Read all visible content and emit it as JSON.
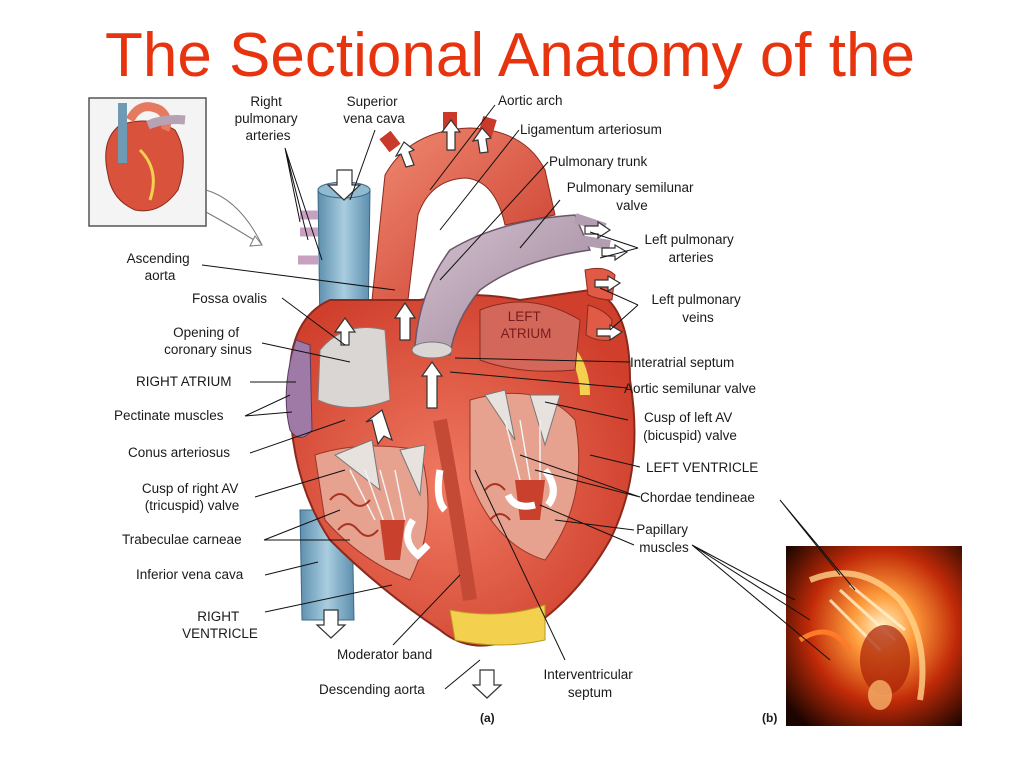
{
  "title": "The Sectional Anatomy of the",
  "panel_a_label": "(a)",
  "panel_b_label": "(b)",
  "labels": {
    "right_pulmonary_arteries": [
      "Right",
      "pulmonary",
      "arteries"
    ],
    "superior_vena_cava": [
      "Superior",
      "vena cava"
    ],
    "aortic_arch": "Aortic arch",
    "ligamentum_arteriosum": "Ligamentum arteriosum",
    "pulmonary_trunk": "Pulmonary trunk",
    "pulmonary_semilunar_valve": [
      "Pulmonary semilunar",
      "valve"
    ],
    "left_pulmonary_arteries": [
      "Left pulmonary",
      "arteries"
    ],
    "left_pulmonary_veins": [
      "Left pulmonary",
      "veins"
    ],
    "left_atrium": [
      "LEFT",
      "ATRIUM"
    ],
    "interatrial_septum": "Interatrial septum",
    "aortic_semilunar_valve": "Aortic semilunar valve",
    "cusp_left_av": [
      "Cusp of left AV",
      "(bicuspid) valve"
    ],
    "left_ventricle": "LEFT VENTRICLE",
    "chordae_tendineae": "Chordae tendineae",
    "papillary_muscles": [
      "Papillary",
      "muscles"
    ],
    "ascending_aorta": [
      "Ascending",
      "aorta"
    ],
    "fossa_ovalis": "Fossa ovalis",
    "opening_coronary_sinus": [
      "Opening of",
      "coronary sinus"
    ],
    "right_atrium": "RIGHT ATRIUM",
    "pectinate_muscles": "Pectinate muscles",
    "conus_arteriosus": "Conus arteriosus",
    "cusp_right_av": [
      "Cusp of right AV",
      "(tricuspid) valve"
    ],
    "trabeculae_carneae": "Trabeculae carneae",
    "inferior_vena_cava": "Inferior vena cava",
    "right_ventricle": [
      "RIGHT",
      "VENTRICLE"
    ],
    "moderator_band": "Moderator band",
    "descending_aorta": "Descending aorta",
    "interventricular_septum": [
      "Interventricular",
      "septum"
    ]
  },
  "colors": {
    "title": "#e8330f",
    "myocardium": "#e0553f",
    "vein_blue": "#7aa9c4",
    "pulmonary_trunk": "#b9a4b6",
    "fat": "#f3d04e",
    "photo_bg": "#1a0500"
  }
}
